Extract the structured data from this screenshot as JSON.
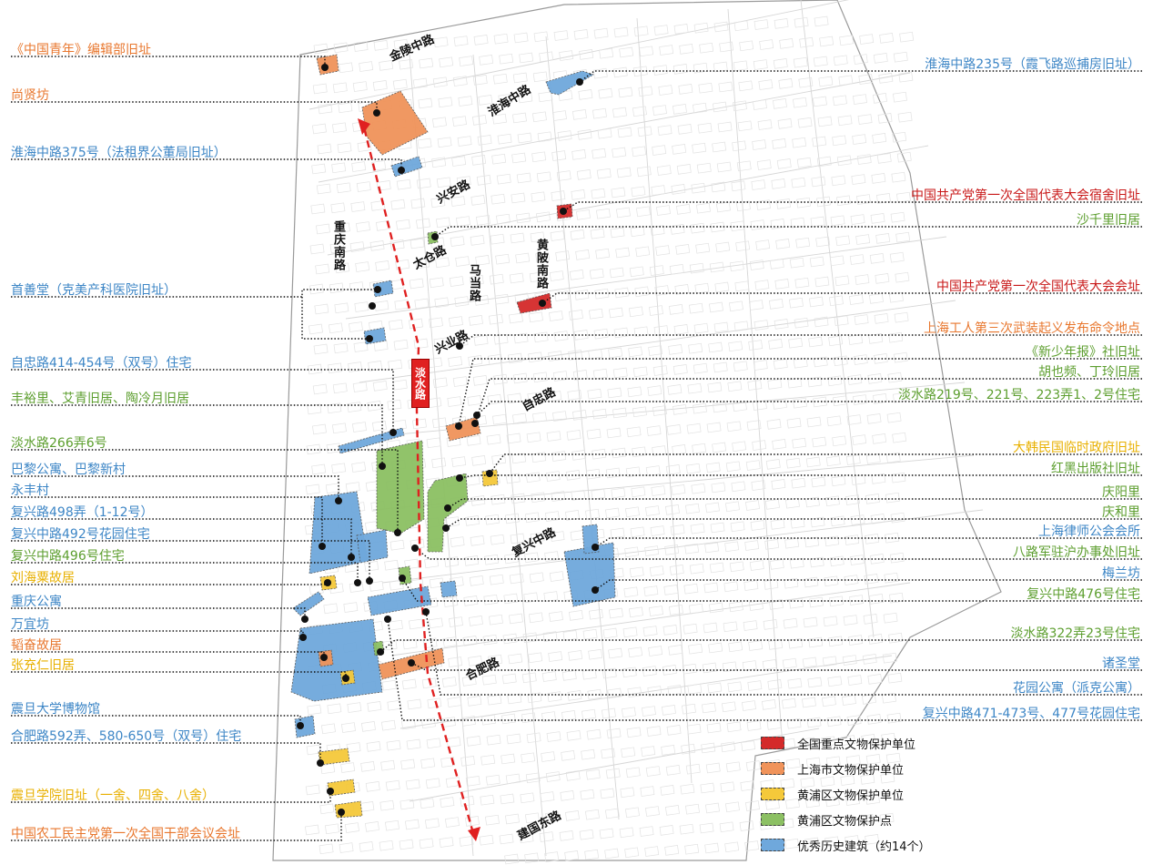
{
  "colors": {
    "national": "#d42a2a",
    "shanghai": "#f0935a",
    "huangpu_unit": "#f5c93a",
    "huangpu_point": "#8cc063",
    "historic": "#6fa8dc",
    "red_text": "#c81818",
    "orange_text": "#e8772e",
    "yellow_text": "#e8b000",
    "green_text": "#5c9e2e",
    "blue_text": "#3d86c6"
  },
  "roads": {
    "jinling": "金陵中路",
    "huaihai": "淮海中路",
    "xingan": "兴安路",
    "taicang": "太仓路",
    "chongqing_s": "重庆南路",
    "madang": "马当路",
    "huangpi_s": "黄陂南路",
    "xingye": "兴业路",
    "zizhong": "自忠路",
    "fuxing": "复兴中路",
    "hefei": "合肥路",
    "jianguo_e": "建国东路",
    "danshui": "淡水路"
  },
  "left_labels": [
    {
      "text": "《中国青年》编辑部旧址",
      "cat": "orange"
    },
    {
      "text": "尚贤坊",
      "cat": "orange"
    },
    {
      "text": "淮海中路375号（法租界公董局旧址）",
      "cat": "blue"
    },
    {
      "text": "首善堂（克美产科医院旧址）",
      "cat": "blue"
    },
    {
      "text": "自忠路414-454号（双号）住宅",
      "cat": "blue"
    },
    {
      "text": "丰裕里、艾青旧居、陶冷月旧居",
      "cat": "green"
    },
    {
      "text": "淡水路266弄6号",
      "cat": "green"
    },
    {
      "text": "巴黎公寓、巴黎新村",
      "cat": "blue"
    },
    {
      "text": "永丰村",
      "cat": "blue"
    },
    {
      "text": "复兴路498弄（1-12号）",
      "cat": "blue"
    },
    {
      "text": "复兴中路492号花园住宅",
      "cat": "blue"
    },
    {
      "text": "复兴中路496号住宅",
      "cat": "green"
    },
    {
      "text": "刘海粟故居",
      "cat": "yellow"
    },
    {
      "text": "重庆公寓",
      "cat": "blue"
    },
    {
      "text": "万宜坊",
      "cat": "blue"
    },
    {
      "text": "韬奋故居",
      "cat": "orange"
    },
    {
      "text": "张充仁旧居",
      "cat": "yellow"
    },
    {
      "text": "震旦大学博物馆",
      "cat": "blue"
    },
    {
      "text": "合肥路592弄、580-650号（双号）住宅",
      "cat": "blue"
    },
    {
      "text": "震旦学院旧址（一舍、四舍、八舍）",
      "cat": "yellow"
    },
    {
      "text": "中国农工民主党第一次全国干部会议会址",
      "cat": "orange"
    }
  ],
  "right_labels": [
    {
      "text": "淮海中路235号（霞飞路巡捕房旧址）",
      "cat": "blue"
    },
    {
      "text": "中国共产党第一次全国代表大会宿舍旧址",
      "cat": "red"
    },
    {
      "text": "沙千里旧居",
      "cat": "green"
    },
    {
      "text": "中国共产党第一次全国代表大会会址",
      "cat": "red"
    },
    {
      "text": "上海工人第三次武装起义发布命令地点",
      "cat": "orange"
    },
    {
      "text": "《新少年报》社旧址",
      "cat": "green"
    },
    {
      "text": "胡也频、丁玲旧居",
      "cat": "green"
    },
    {
      "text": "淡水路219号、221号、223弄1、2号住宅",
      "cat": "green"
    },
    {
      "text": "大韩民国临时政府旧址",
      "cat": "yellow"
    },
    {
      "text": "红黑出版社旧址",
      "cat": "green"
    },
    {
      "text": "庆阳里",
      "cat": "green"
    },
    {
      "text": "庆和里",
      "cat": "green"
    },
    {
      "text": "上海律师公会会所",
      "cat": "blue"
    },
    {
      "text": "八路军驻沪办事处旧址",
      "cat": "green"
    },
    {
      "text": "梅兰坊",
      "cat": "blue"
    },
    {
      "text": "复兴中路476号住宅",
      "cat": "green"
    },
    {
      "text": "淡水路322弄23号住宅",
      "cat": "green"
    },
    {
      "text": "诸圣堂",
      "cat": "blue"
    },
    {
      "text": "花园公寓（派克公寓）",
      "cat": "blue"
    },
    {
      "text": "复兴中路471-473号、477号花园住宅",
      "cat": "blue"
    }
  ],
  "legend": [
    {
      "text": "全国重点文物保护单位",
      "cat": "national"
    },
    {
      "text": "上海市文物保护单位",
      "cat": "shanghai"
    },
    {
      "text": "黄浦区文物保护单位",
      "cat": "huangpu_unit"
    },
    {
      "text": "黄浦区文物保护点",
      "cat": "huangpu_point"
    },
    {
      "text": "优秀历史建筑（约14个）",
      "cat": "historic"
    }
  ]
}
